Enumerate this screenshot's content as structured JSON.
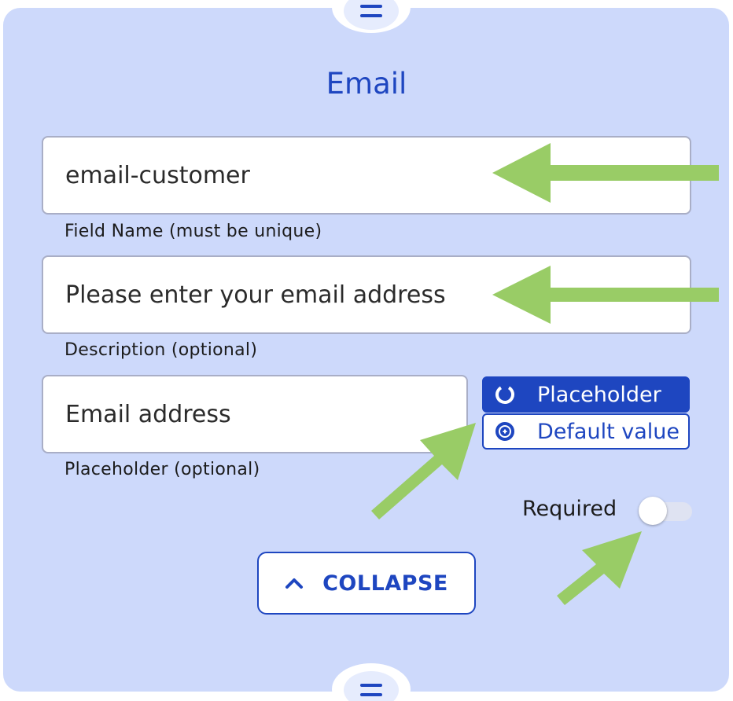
{
  "panel": {
    "title": "Email"
  },
  "fields": {
    "name": {
      "value": "email-customer",
      "hint": "Field Name (must be unique)"
    },
    "description": {
      "value": "Please enter your email address",
      "hint": "Description (optional)"
    },
    "placeholder": {
      "value": "Email address",
      "hint": "Placeholder (optional)"
    }
  },
  "mode_options": [
    {
      "label": "Placeholder",
      "icon": "circle-progress-icon",
      "selected": true
    },
    {
      "label": "Default value",
      "icon": "plus-circle-icon",
      "selected": false
    }
  ],
  "required": {
    "label": "Required",
    "on": false
  },
  "collapse_button": {
    "label": "COLLAPSE",
    "icon": "chevron-up-icon"
  },
  "handles": {
    "top_icon": "drag-handle-icon",
    "bottom_icon": "drag-handle-icon"
  },
  "colors": {
    "panel_bg": "#cdd9fb",
    "accent": "#1e46c0",
    "arrow": "#99cc66"
  }
}
